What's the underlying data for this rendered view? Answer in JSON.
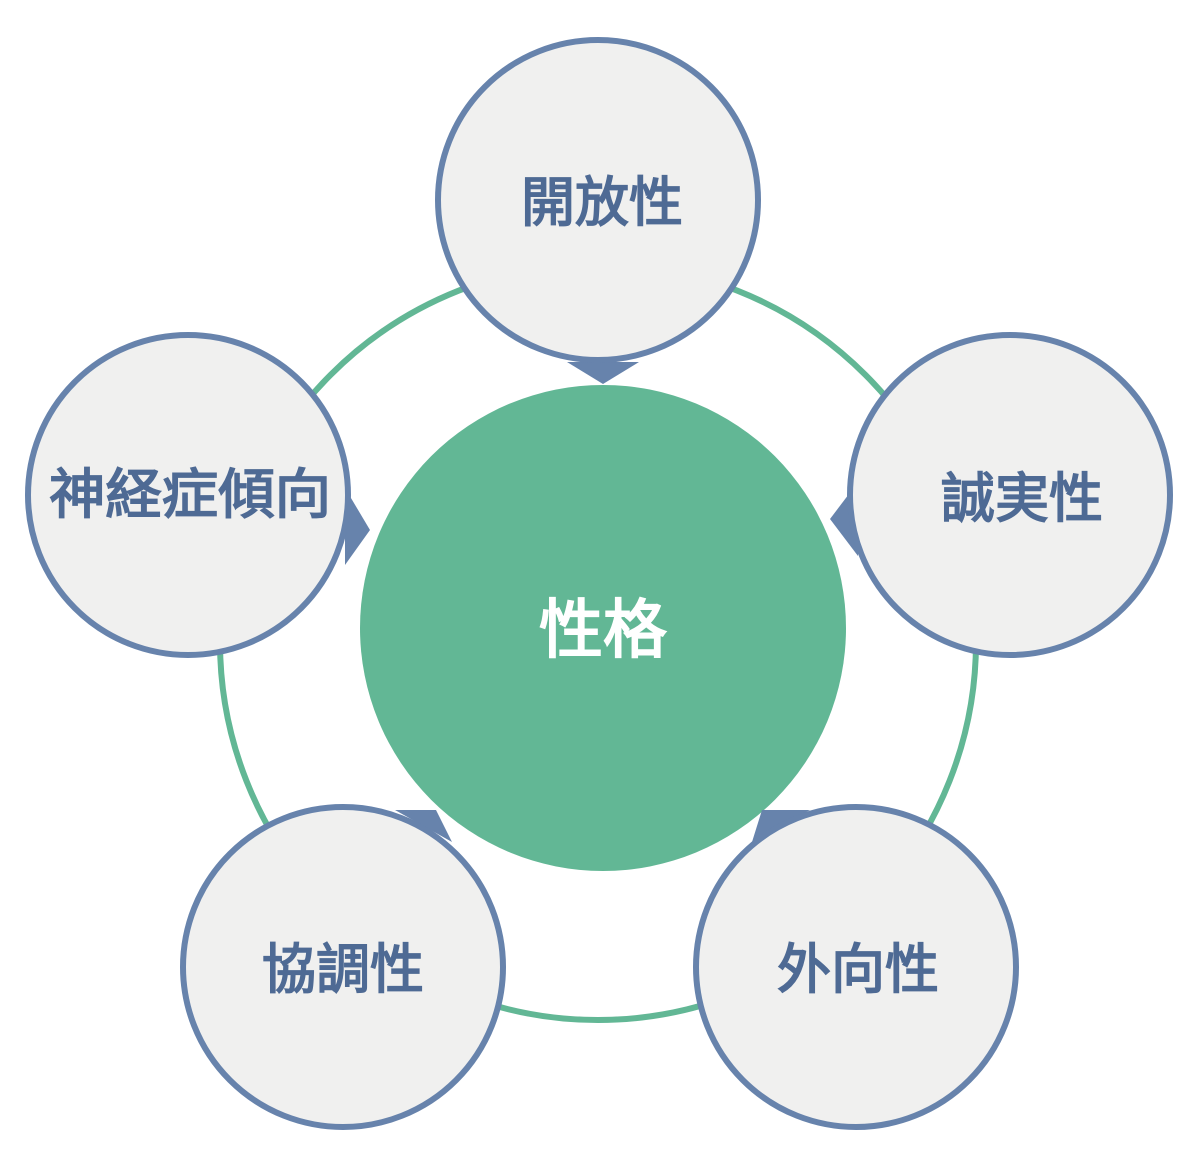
{
  "colors": {
    "ring": "#62b795",
    "center_fill": "#62b795",
    "center_text": "#ffffff",
    "node_fill": "#f0f0ef",
    "node_stroke": "#6783ac",
    "node_text": "#4e6a94",
    "pointer": "#6783ac"
  },
  "center": {
    "label": "性格"
  },
  "nodes": [
    {
      "id": "openness",
      "label": "開放性"
    },
    {
      "id": "conscientiousness",
      "label": "誠実性"
    },
    {
      "id": "extraversion",
      "label": "外向性"
    },
    {
      "id": "agreeableness",
      "label": "協調性"
    },
    {
      "id": "neuroticism",
      "label": "神経症傾向"
    }
  ]
}
